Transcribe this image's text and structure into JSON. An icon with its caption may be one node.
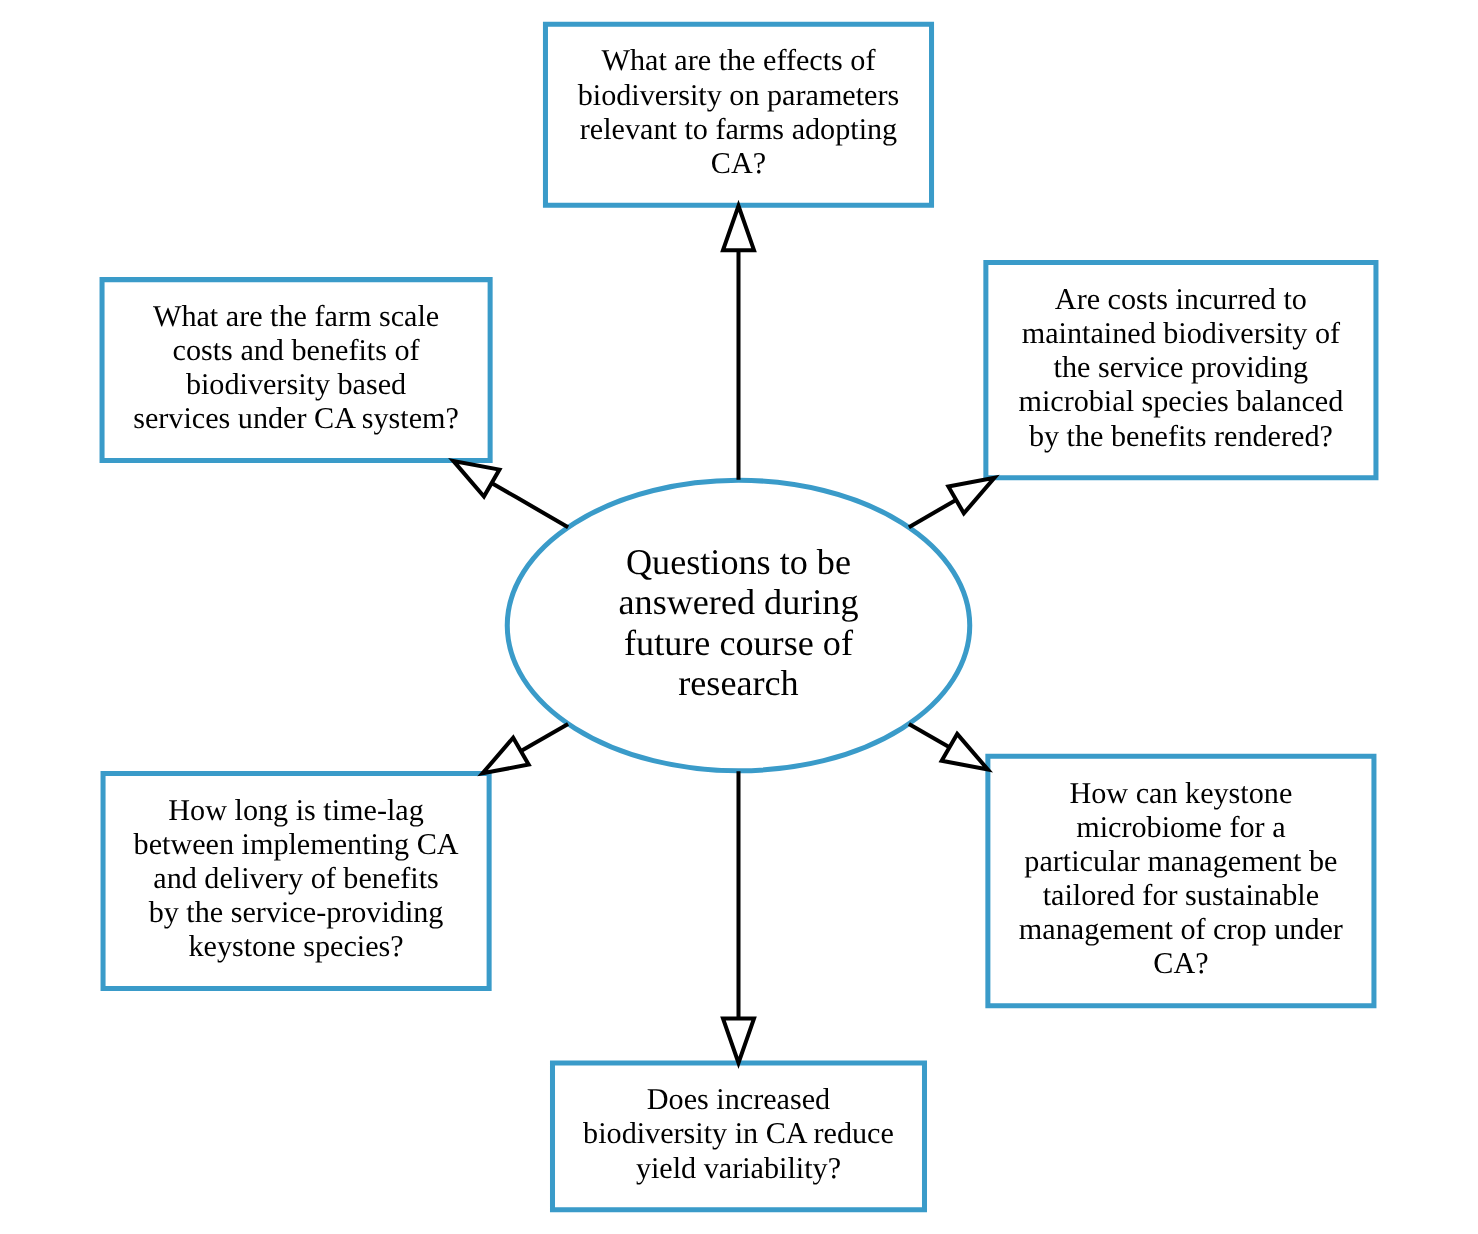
{
  "diagram": {
    "nodes": [
      {
        "text": [
          "Are costs incurred to maintained biodiversity of the service providing microbial species balanced by the benefits rendered?"
        ]
      },
      {
        "text": [
          "What are the effects of biodiversity on parameters relevant to farms adopting CA?"
        ]
      },
      {
        "text": [
          "What are the farm scale costs and benefits of biodiversity based services under CA system?"
        ]
      },
      {
        "text": [
          "Questions to be answered during future course of research"
        ]
      },
      {
        "text": [
          "How long is time-lag between implementing CA and delivery of benefits by the service-providing keystone species?"
        ]
      },
      {
        "text": [
          "Does increased biodiversity in CA reduce yield variability?"
        ]
      },
      {
        "text": [
          "How can keystone microbiome for a particular management be tailored for sustainable management of crop under CA?"
        ]
      }
    ],
    "edges": [
      {
        "from": 3,
        "to": 0,
        "arrow": "to"
      },
      {
        "from": 3,
        "to": 2,
        "arrow": "to"
      },
      {
        "from": 3,
        "to": 5,
        "arrow": "to"
      },
      {
        "from": 3,
        "to": 6,
        "arrow": "to"
      },
      {
        "from": 3,
        "to": 4,
        "arrow": "to"
      },
      {
        "from": 3,
        "to": 1,
        "arrow": "to"
      }
    ]
  }
}
